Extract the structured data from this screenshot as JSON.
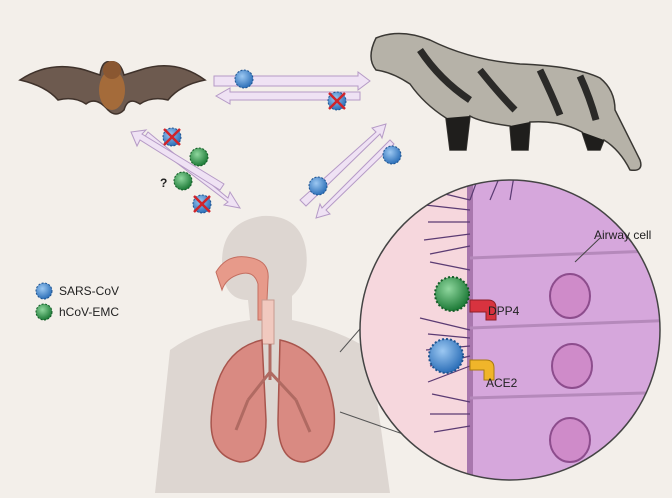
{
  "labels": {
    "question_mark": "?",
    "airway_cell": "Airway cell",
    "dpp4": "DPP4",
    "ace2": "ACE2"
  },
  "legend": [
    {
      "label": "SARS-CoV",
      "color": "#4a8fd6"
    },
    {
      "label": "hCoV-EMC",
      "color": "#2f9a4c"
    }
  ],
  "organisms": [
    "bat",
    "civet",
    "human"
  ],
  "colors": {
    "background": "#f3efea",
    "arrow_fill": "#efe2f4",
    "arrow_stroke": "#b59ac6",
    "sars_virus": "#4a8fd6",
    "hcov_virus": "#2f9a4c",
    "blocked_cross": "#d0242b",
    "dpp4_receptor": "#d8333f",
    "ace2_receptor": "#f0b52a",
    "airway_cell": "#d6a7dc",
    "lungs": "#d98a82"
  }
}
